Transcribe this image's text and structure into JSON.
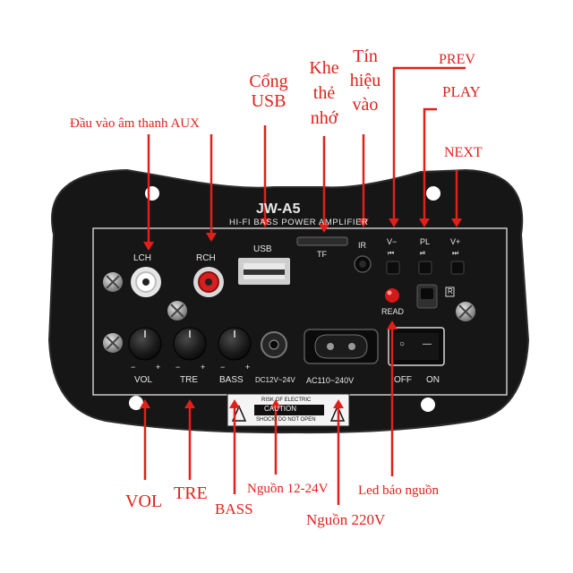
{
  "labels": {
    "aux": "Đầu vào âm thanh AUX",
    "usb": [
      "Cổng",
      "USB"
    ],
    "tf": [
      "Khe",
      "thẻ",
      "nhớ"
    ],
    "ir": [
      "Tín",
      "hiệu",
      "vào"
    ],
    "prev": "PREV",
    "play": "PLAY",
    "next": "NEXT",
    "vol": "VOL",
    "tre": "TRE",
    "bass": "BASS",
    "dc": "Nguồn 12-24V",
    "ac": "Nguồn 220V",
    "led": "Led báo nguồn"
  },
  "panel": {
    "model": "JW-A5",
    "subtitle": "HI-FI BASS POWER AMPLIFIER",
    "lch": "LCH",
    "rch": "RCH",
    "usb": "USB",
    "tf": "TF",
    "ir": "IR",
    "vminus": "V−",
    "pl": "PL",
    "vplus": "V+",
    "prev_glyph": "⏮",
    "play_glyph": "⏯",
    "next_glyph": "⏭",
    "r_mark": "R",
    "read": "READ",
    "off": "OFF",
    "on": "ON",
    "vol": "VOL",
    "tre": "TRE",
    "bass": "BASS",
    "minus": "−",
    "plus": "+",
    "dc": "DC12V~24V",
    "ac": "AC110~240V",
    "caution": "CAUTION",
    "caution_line1": "RISK OF ELECTRIC",
    "caution_line2": "SHOCK! DO NOT OPEN",
    "switch_off_mark": "○",
    "switch_on_mark": "—"
  },
  "colors": {
    "annotation": "#e0201b",
    "panel": "#141414",
    "panel_text": "#e8e8e8"
  }
}
